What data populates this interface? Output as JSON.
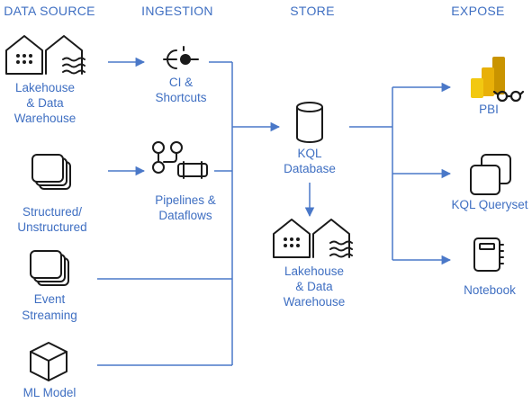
{
  "headers": {
    "data_source": "DATA SOURCE",
    "ingestion": "INGESTION",
    "store": "STORE",
    "expose": "EXPOSE"
  },
  "sources": {
    "lakehouse": [
      "Lakehouse",
      "& Data",
      "Warehouse"
    ],
    "structured": [
      "Structured/",
      "Unstructured"
    ],
    "event": [
      "Event",
      "Streaming"
    ],
    "ml": [
      "ML Model"
    ]
  },
  "ingestion": {
    "ci": [
      "CI &",
      "Shortcuts"
    ],
    "pipelines": [
      "Pipelines &",
      "Dataflows"
    ]
  },
  "store": {
    "kql_db": [
      "KQL",
      "Database"
    ],
    "lakehouse": [
      "Lakehouse",
      "& Data",
      "Warehouse"
    ]
  },
  "expose": {
    "pbi": [
      "PBI"
    ],
    "kql_queryset": [
      "KQL Queryset"
    ],
    "notebook": [
      "Notebook"
    ]
  },
  "colors": {
    "label": "#3f6fc2",
    "connector": "#4a78c8",
    "icon": "#1a1a1a",
    "pbi_gold": [
      "#f2c811",
      "#e8b008",
      "#c99400"
    ]
  }
}
